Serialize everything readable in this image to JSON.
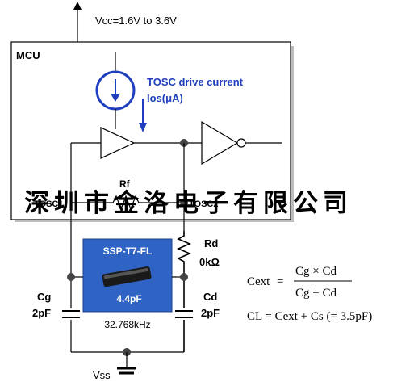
{
  "vcc_label": "Vcc=1.6V to 3.6V",
  "mcu_label": "MCU",
  "tosc_label_line1": "TOSC drive current",
  "tosc_label_line2": "Ios(μA)",
  "rf_label": "Rf",
  "tosc1_label": "TOSC1",
  "tosc2_label": "TOSC2",
  "rd_label": "Rd",
  "rd_value": "0kΩ",
  "crystal_name": "SSP-T7-FL",
  "crystal_cap": "4.4pF",
  "crystal_freq": "32.768kHz",
  "cg_label": "Cg",
  "cg_value": "2pF",
  "cd_label": "Cd",
  "cd_value": "2pF",
  "vss_label": "Vss",
  "formula": {
    "cext_lhs": "Cext",
    "equals": "=",
    "numerator": "Cg × Cd",
    "denominator": "Cg + Cd",
    "cl_line": "CL = Cext + Cs (= 3.5pF)"
  },
  "watermark": "深圳市金洛电子有限公司",
  "colors": {
    "wire": "#000000",
    "accent_blue": "#1f3fbf",
    "crystal_bg": "#2f63c4"
  }
}
